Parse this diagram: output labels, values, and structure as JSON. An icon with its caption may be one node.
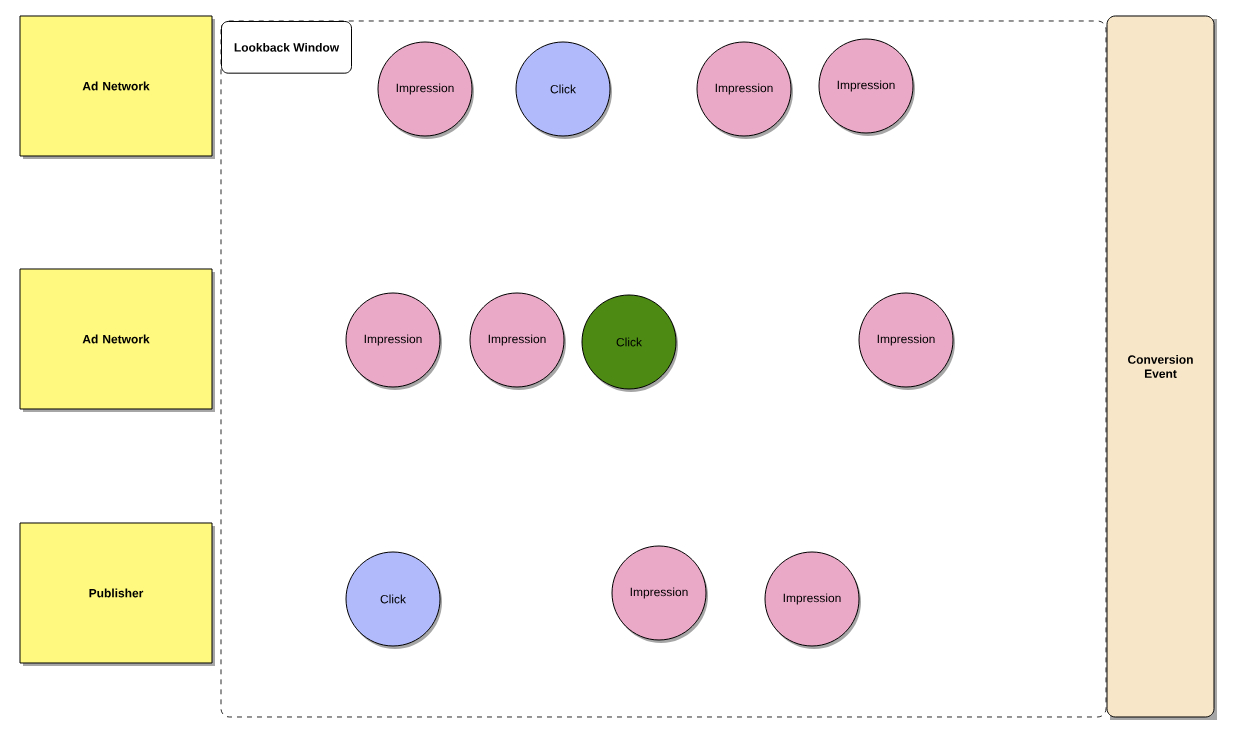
{
  "diagram": {
    "nodes": [
      {
        "text": [
          "Ad Network"
        ]
      },
      {
        "text": [
          "Ad Network"
        ]
      },
      {
        "text": [
          "Publisher"
        ]
      },
      {
        "text": [
          "Lookback Window"
        ]
      },
      {
        "text": [
          "Impression"
        ],
        "in": 3
      },
      {
        "text": [
          "Click"
        ],
        "in": 3
      },
      {
        "text": [
          "Impression"
        ],
        "in": 3
      },
      {
        "text": [
          "Impression"
        ],
        "in": 3
      },
      {
        "text": [
          "Impression"
        ],
        "in": 3
      },
      {
        "text": [
          "Impression"
        ],
        "in": 3
      },
      {
        "text": [
          "Click"
        ],
        "in": 3
      },
      {
        "text": [
          "Impression"
        ],
        "in": 3
      },
      {
        "text": [
          "Click"
        ],
        "in": 3
      },
      {
        "text": [
          "Impression"
        ],
        "in": 3
      },
      {
        "text": [
          "Impression"
        ],
        "in": 3
      },
      {
        "text": [
          "Conversion Event"
        ]
      }
    ],
    "edges": []
  }
}
